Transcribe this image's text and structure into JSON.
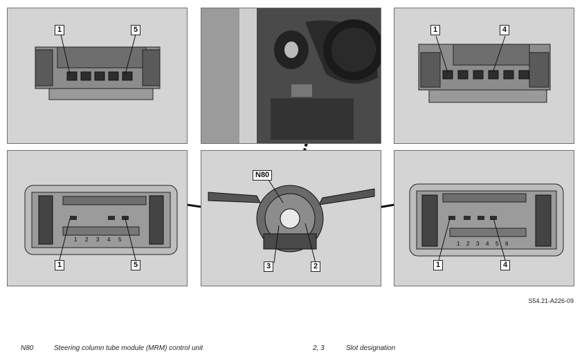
{
  "callouts": {
    "p1_left": "1",
    "p1_right": "5",
    "p3_left": "1",
    "p3_right": "4",
    "p4_left": "1",
    "p4_right": "5",
    "p5_top": "N80",
    "p5_left": "3",
    "p5_right": "2",
    "p6_left": "1",
    "p6_right": "4"
  },
  "pin_numbers": {
    "p4": [
      "1",
      "2",
      "3",
      "4",
      "5"
    ],
    "p6": [
      "1",
      "2",
      "3",
      "4",
      "5",
      "6"
    ]
  },
  "reference_code": "S54.21-A226-09",
  "legend": [
    {
      "code": "N80",
      "text": "Steering column tube module (MRM) control unit"
    },
    {
      "code": "2, 3",
      "text": "Slot designation"
    }
  ]
}
